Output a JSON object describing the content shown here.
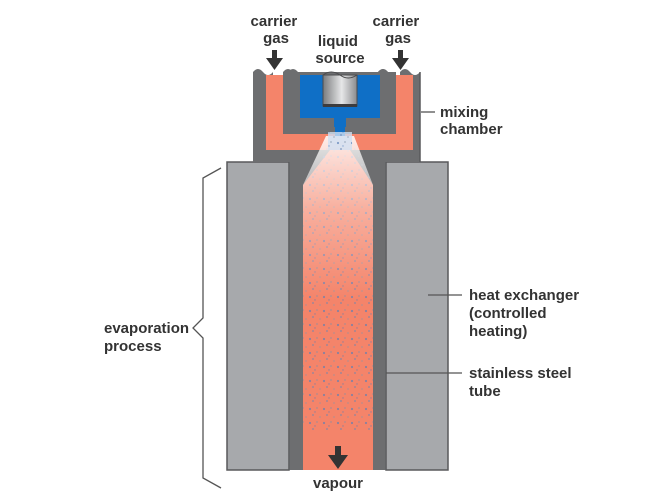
{
  "title": "Liquid source vaporizer diagram",
  "labels": {
    "carrier_gas_left": [
      "carrier",
      "gas"
    ],
    "liquid_source": [
      "liquid",
      "source"
    ],
    "carrier_gas_right": [
      "carrier",
      "gas"
    ],
    "mixing_chamber": [
      "mixing",
      "chamber"
    ],
    "heat_exchanger": [
      "heat exchanger",
      "(controlled",
      "heating)"
    ],
    "stainless_steel_tube": [
      "stainless steel",
      "tube"
    ],
    "evaporation_process": [
      "evaporation",
      "process"
    ],
    "vapour": "vapour"
  },
  "colors": {
    "dark_steel": "#6d6e70",
    "light_steel": "#a7a9ac",
    "salmon": "#f4846a",
    "liquid_blue": "#0f6fc6",
    "text": "#333333"
  }
}
